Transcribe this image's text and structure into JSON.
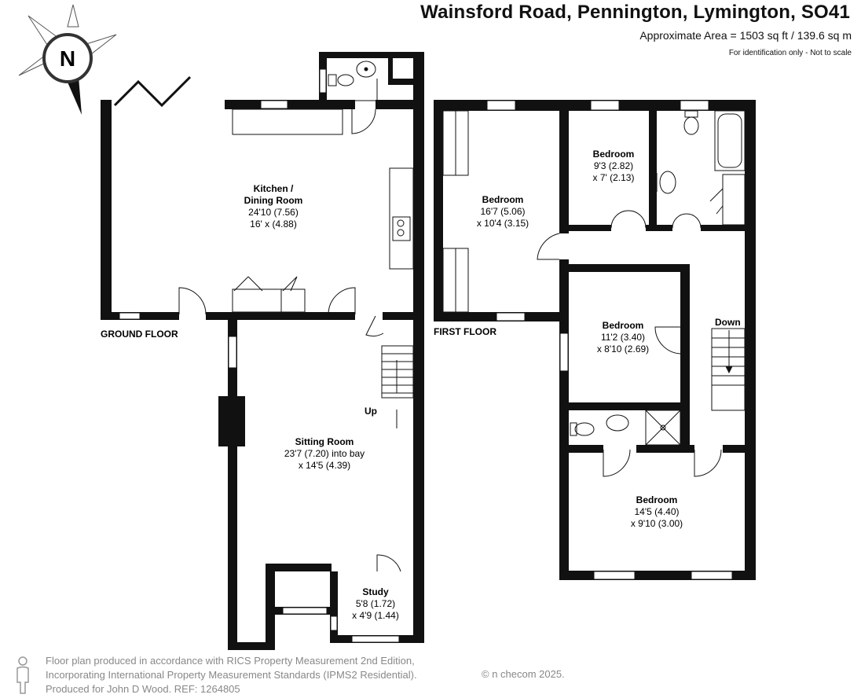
{
  "header": {
    "title": "Wainsford Road, Pennington, Lymington, SO41",
    "area": "Approximate Area = 1503 sq ft / 139.6 sq m",
    "note": "For identification only - Not to scale"
  },
  "compass": {
    "label": "N"
  },
  "floors": {
    "ground": "GROUND FLOOR",
    "first": "FIRST FLOOR"
  },
  "rooms": {
    "kitchen": {
      "name_1": "Kitchen /",
      "name_2": "Dining Room",
      "dim_1": "24'10 (7.56)",
      "dim_2": "16' x (4.88)"
    },
    "sitting": {
      "name": "Sitting Room",
      "dim_1": "23'7 (7.20) into bay",
      "dim_2": "x 14'5 (4.39)"
    },
    "study": {
      "name": "Study",
      "dim_1": "5'8 (1.72)",
      "dim_2": "x 4'9 (1.44)"
    },
    "bed_large": {
      "name": "Bedroom",
      "dim_1": "16'7 (5.06)",
      "dim_2": "x 10'4 (3.15)"
    },
    "bed_small": {
      "name": "Bedroom",
      "dim_1": "9'3 (2.82)",
      "dim_2": "x 7' (2.13)"
    },
    "bed_mid": {
      "name": "Bedroom",
      "dim_1": "11'2 (3.40)",
      "dim_2": "x 8'10 (2.69)"
    },
    "bed_rear": {
      "name": "Bedroom",
      "dim_1": "14'5 (4.40)",
      "dim_2": "x 9'10 (3.00)"
    }
  },
  "stairs": {
    "up": "Up",
    "down": "Down"
  },
  "footer": {
    "line1": "Floor plan produced in accordance with RICS Property Measurement 2nd Edition,",
    "line2": "Incorporating International Property Measurement Standards (IPMS2 Residential).",
    "line3": "Produced for John D Wood.    REF: 1264805",
    "brand": "© n checom 2025."
  }
}
